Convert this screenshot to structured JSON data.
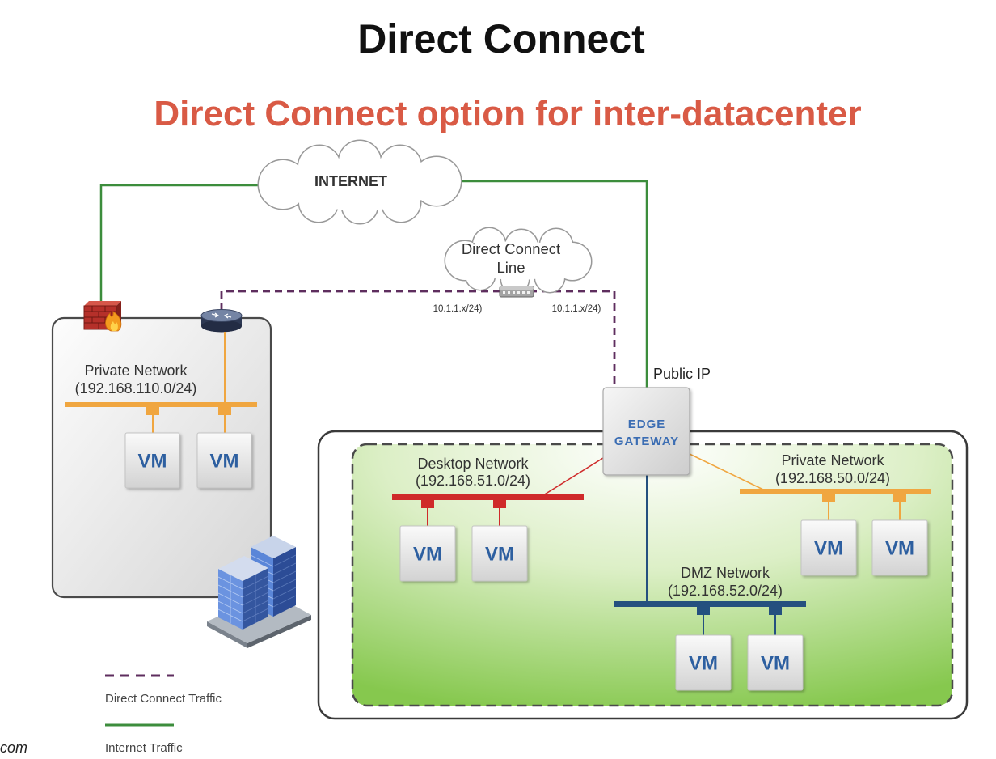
{
  "title": "Direct Connect",
  "subtitle": "Direct Connect option for inter-datacenter",
  "internet_cloud": {
    "label": "INTERNET"
  },
  "direct_connect_cloud": {
    "line1": "Direct Connect",
    "line2": "Line",
    "switch_icon": "switch-icon"
  },
  "link_labels": [
    "10.1.1.x/24)",
    "10.1.1.x/24)"
  ],
  "left_datacenter": {
    "firewall_icon": "firewall-icon",
    "router_icon": "router-icon",
    "building_icon": "building-icon",
    "network": {
      "name": "Private Network",
      "cidr": "(192.168.110.0/24)"
    },
    "vms": [
      "VM",
      "VM"
    ]
  },
  "edge_gateway": {
    "line1": "EDGE",
    "line2": "GATEWAY",
    "public_ip_label": "Public IP"
  },
  "right_datacenter": {
    "desktop_network": {
      "name": "Desktop Network",
      "cidr": "(192.168.51.0/24)",
      "vms": [
        "VM",
        "VM"
      ]
    },
    "private_network": {
      "name": "Private Network",
      "cidr": "(192.168.50.0/24)",
      "vms": [
        "VM",
        "VM"
      ]
    },
    "dmz_network": {
      "name": "DMZ Network",
      "cidr": "(192.168.52.0/24)",
      "vms": [
        "VM",
        "VM"
      ]
    }
  },
  "legend": [
    {
      "label": "Direct Connect Traffic"
    },
    {
      "label": "Internet Traffic"
    }
  ],
  "watermark": "com",
  "colors": {
    "subtitle": "#d95a45",
    "internet_traffic": "#3c8d3c",
    "direct_connect_traffic": "#5e2d5e",
    "private_network": "#f0a640",
    "desktop_network": "#cf2a2a",
    "dmz_network": "#24507f",
    "vm_label": "#2d5fa0",
    "edge_gateway_label": "#3b6db3"
  }
}
